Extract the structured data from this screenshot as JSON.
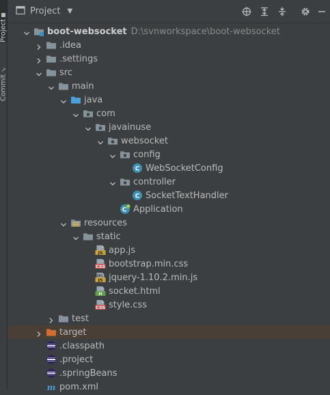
{
  "side_tabs": {
    "project": "Project",
    "commit": "Commit"
  },
  "toolbar": {
    "title": "Project",
    "icons": [
      "crosshair-icon",
      "expand-all-icon",
      "collapse-all-icon",
      "gear-icon",
      "hide-icon"
    ]
  },
  "colors": {
    "folder": "#87939a",
    "source_folder": "#4a9fd6",
    "excluded_folder": "#d06d30",
    "class_badge": "#3e8fb0",
    "highlight_row": "#4a3f37"
  },
  "tree": [
    {
      "label": "boot-websocket",
      "path": "D:\\svnworkspace\\boot-websocket",
      "depth": 0,
      "state": "open",
      "icon": "module-folder-icon"
    },
    {
      "label": ".idea",
      "depth": 1,
      "state": "closed",
      "icon": "folder-icon"
    },
    {
      "label": ".settings",
      "depth": 1,
      "state": "closed",
      "icon": "folder-icon"
    },
    {
      "label": "src",
      "depth": 1,
      "state": "open",
      "icon": "folder-icon"
    },
    {
      "label": "main",
      "depth": 2,
      "state": "open",
      "icon": "folder-icon"
    },
    {
      "label": "java",
      "depth": 3,
      "state": "open",
      "icon": "source-folder-icon"
    },
    {
      "label": "com",
      "depth": 4,
      "state": "open",
      "icon": "package-icon"
    },
    {
      "label": "javainuse",
      "depth": 5,
      "state": "open",
      "icon": "package-icon"
    },
    {
      "label": "websocket",
      "depth": 6,
      "state": "open",
      "icon": "package-icon"
    },
    {
      "label": "config",
      "depth": 7,
      "state": "open",
      "icon": "package-icon"
    },
    {
      "label": "WebSocketConfig",
      "depth": 8,
      "state": "leaf",
      "icon": "class-icon"
    },
    {
      "label": "controller",
      "depth": 7,
      "state": "open",
      "icon": "package-icon"
    },
    {
      "label": "SocketTextHandler",
      "depth": 8,
      "state": "leaf",
      "icon": "class-icon"
    },
    {
      "label": "Application",
      "depth": 7,
      "state": "leaf",
      "icon": "spring-class-icon"
    },
    {
      "label": "resources",
      "depth": 3,
      "state": "open",
      "icon": "resources-folder-icon"
    },
    {
      "label": "static",
      "depth": 4,
      "state": "open",
      "icon": "folder-icon"
    },
    {
      "label": "app.js",
      "depth": 5,
      "state": "leaf",
      "icon": "js-file-icon"
    },
    {
      "label": "bootstrap.min.css",
      "depth": 5,
      "state": "leaf",
      "icon": "css-file-icon"
    },
    {
      "label": "jquery-1.10.2.min.js",
      "depth": 5,
      "state": "leaf",
      "icon": "min-js-file-icon"
    },
    {
      "label": "socket.html",
      "depth": 5,
      "state": "leaf",
      "icon": "html-file-icon"
    },
    {
      "label": "style.css",
      "depth": 5,
      "state": "leaf",
      "icon": "css-file-icon"
    },
    {
      "label": "test",
      "depth": 2,
      "state": "closed",
      "icon": "folder-icon"
    },
    {
      "label": "target",
      "depth": 1,
      "state": "closed",
      "icon": "excluded-folder-icon",
      "highlight": true
    },
    {
      "label": ".classpath",
      "depth": 1,
      "state": "leaf",
      "icon": "eclipse-file-icon"
    },
    {
      "label": ".project",
      "depth": 1,
      "state": "leaf",
      "icon": "eclipse-file-icon"
    },
    {
      "label": ".springBeans",
      "depth": 1,
      "state": "leaf",
      "icon": "eclipse-file-icon"
    },
    {
      "label": "pom.xml",
      "depth": 1,
      "state": "leaf",
      "icon": "maven-file-icon"
    }
  ]
}
